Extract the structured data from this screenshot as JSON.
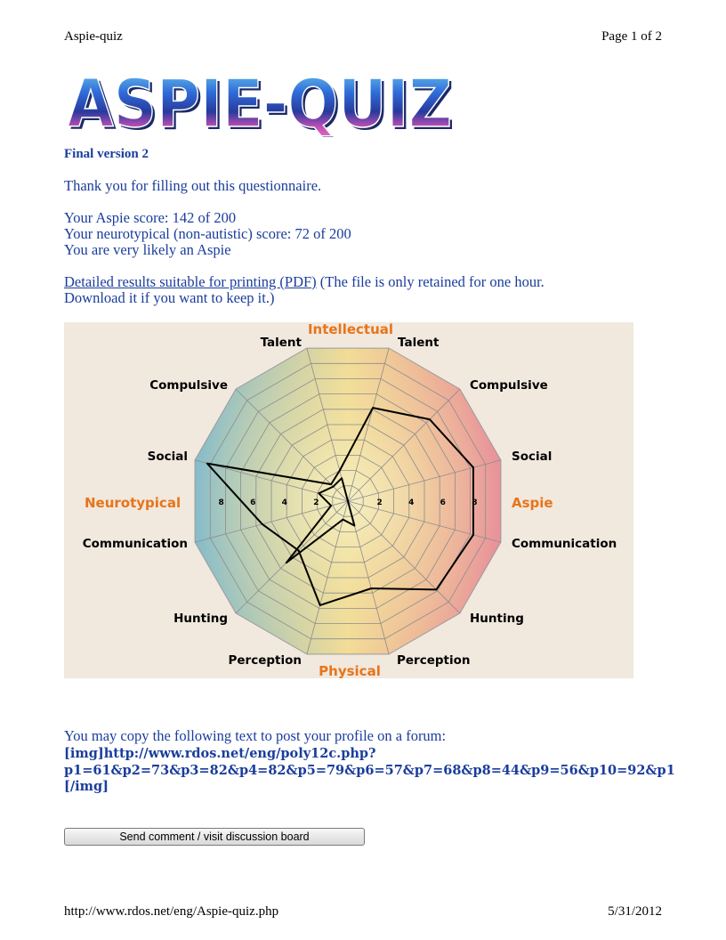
{
  "header": {
    "left": "Aspie-quiz",
    "right": "Page 1 of 2"
  },
  "logo": {
    "text": "ASPIE-QUIZ"
  },
  "version": "Final version 2",
  "thanks": "Thank you for filling out this questionnaire.",
  "scores": {
    "aspie": "Your Aspie score: 142 of 200",
    "neurotypical": "Your neurotypical (non-autistic) score: 72 of 200",
    "verdict": "You are very likely an Aspie"
  },
  "pdf": {
    "link_text": "Detailed results suitable for printing (PDF)",
    "note_1": " (The file is only retained for one hour.",
    "note_2": "Download it if you want to keep it.)"
  },
  "chart_data": {
    "type": "radar",
    "axes_labels": {
      "top": "Intellectual",
      "bottom": "Physical",
      "left": "Neurotypical",
      "right": "Aspie"
    },
    "spoke_labels_right": [
      "Talent",
      "Compulsive",
      "Social",
      "Communication",
      "Hunting",
      "Perception"
    ],
    "spoke_labels_left": [
      "Talent",
      "Compulsive",
      "Social",
      "Communication",
      "Hunting",
      "Perception"
    ],
    "scale_ticks": [
      "2",
      "4",
      "6",
      "8"
    ],
    "rmax": 10,
    "series": [
      {
        "values": [
          6.1,
          7.3,
          8.2,
          8.2,
          7.9,
          5.7,
          6.8,
          4.4,
          5.6,
          9.2,
          1.5,
          2.0
        ],
        "start_angle_deg": 75,
        "step_deg": -30,
        "color": "#000000"
      },
      {
        "values": [
          1.5,
          1.3,
          1.9,
          1.1,
          5.5,
          1.2,
          1.6
        ],
        "start_angle_deg": 105,
        "step_deg": 30,
        "color": "#000000"
      }
    ],
    "colors": {
      "aspie": "#e8919a",
      "neurotypical": "#86bccb",
      "intellectual": "#f1d88a",
      "physical": "#f3de84",
      "center": "#f3eec0",
      "label_orange": "#e8741a",
      "background": "#f1e8de"
    }
  },
  "forum": {
    "intro": "You may copy the following text to post your profile on a forum:",
    "line1": "[img]http://www.rdos.net/eng/poly12c.php?",
    "line2": "p1=61&p2=73&p3=82&p4=82&p5=79&p6=57&p7=68&p8=44&p9=56&p10=92&p1",
    "line3": "[/img]"
  },
  "button": {
    "label": "Send comment / visit discussion board"
  },
  "footer": {
    "left": "http://www.rdos.net/eng/Aspie-quiz.php",
    "right": "5/31/2012"
  }
}
